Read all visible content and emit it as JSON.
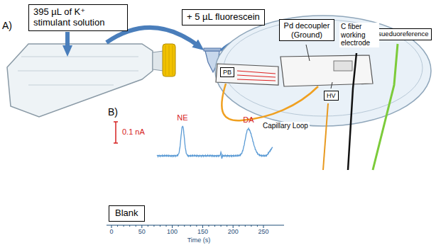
{
  "diagram": {
    "nodes": [
      {
        "text": [
          "395 µL of K⁺ stimulant solution"
        ]
      },
      {
        "text": [
          "+ 5 µL fluorescein"
        ]
      },
      {
        "text": [
          "Pd decoupler (Ground)"
        ]
      },
      {
        "text": [
          "Psueduoreference"
        ]
      },
      {
        "text": [
          "PB"
        ]
      },
      {
        "text": [
          "HV"
        ]
      },
      {
        "text": [
          "Blank"
        ]
      }
    ],
    "labels": [
      "A)",
      "B)",
      "C fiber working electrode",
      "Capillary Loop",
      "0.1 nA",
      "NE",
      "DA",
      "0",
      "50",
      "100",
      "150",
      "200",
      "250",
      "Time (s)"
    ]
  }
}
